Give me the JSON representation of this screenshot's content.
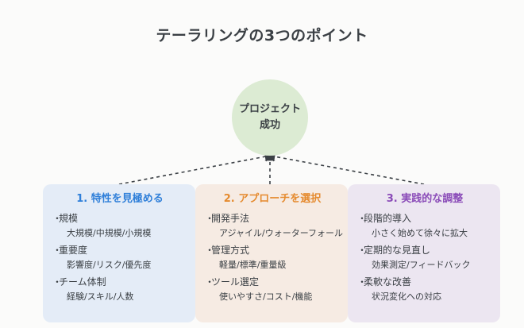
{
  "title": "テーラリングの3つのポイント",
  "center": {
    "line1": "プロジェクト",
    "line2": "成功"
  },
  "cards": [
    {
      "title": "1. 特性を見極める",
      "items": [
        {
          "head": "規模",
          "sub": "大規模/中規模/小規模"
        },
        {
          "head": "重要度",
          "sub": "影響度/リスク/優先度"
        },
        {
          "head": "チーム体制",
          "sub": "経験/スキル/人数"
        }
      ]
    },
    {
      "title": "2. アプローチを選択",
      "items": [
        {
          "head": "開発手法",
          "sub": "アジャイル/ウォーターフォール"
        },
        {
          "head": "管理方式",
          "sub": "軽量/標準/重量級"
        },
        {
          "head": "ツール選定",
          "sub": "使いやすさ/コスト/機能"
        }
      ]
    },
    {
      "title": "3. 実践的な調整",
      "items": [
        {
          "head": "段階的導入",
          "sub": "小さく始めて徐々に拡大"
        },
        {
          "head": "定期的な見直し",
          "sub": "効果測定/フィードバック"
        },
        {
          "head": "柔軟な改善",
          "sub": "状況変化への対応"
        }
      ]
    }
  ],
  "colors": {
    "center_fill": "#dcebd3",
    "card1_bg": "#e4ecf7",
    "card1_title": "#2f7fd9",
    "card2_bg": "#f6ebe3",
    "card2_title": "#e58a2e",
    "card3_bg": "#ece6f1",
    "card3_title": "#8a4bb8",
    "connector": "#3b4045"
  }
}
